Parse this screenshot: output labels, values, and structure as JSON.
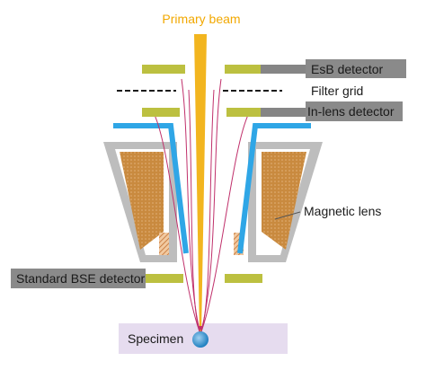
{
  "labels": {
    "primary_beam": "Primary beam",
    "esb_detector": "EsB detector",
    "filter_grid": "Filter grid",
    "inlens_detector": "In-lens detector",
    "magnetic_lens": "Magnetic lens",
    "standard_bse_detector": "Standard BSE detector",
    "specimen": "Specimen"
  },
  "colors": {
    "beam": "#f2b51f",
    "beam_label": "#f2a800",
    "detector": "#bcc040",
    "detector_bar": "#858585",
    "label_bg": "#8a8a8a",
    "pole_piece": "#2fa6e6",
    "lens_housing": "#bdbdbd",
    "coil": "#c98a3f",
    "electron_path": "#c0306b",
    "specimen_bg": "#e6dcef",
    "specimen_drop": "#2b8fcf"
  }
}
